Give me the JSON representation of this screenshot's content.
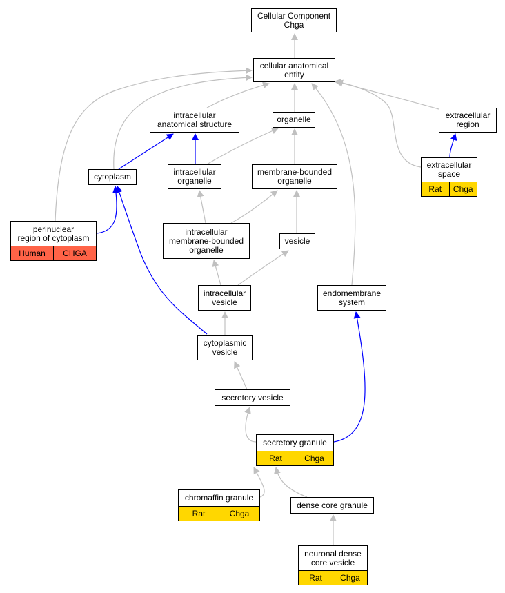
{
  "nodes": {
    "root": {
      "label": "Cellular Component\nChga"
    },
    "cae": {
      "label": "cellular anatomical\nentity"
    },
    "ias": {
      "label": "intracellular\nanatomical structure"
    },
    "organelle": {
      "label": "organelle"
    },
    "ecr": {
      "label": "extracellular\nregion"
    },
    "cytoplasm": {
      "label": "cytoplasm"
    },
    "io": {
      "label": "intracellular\norganelle"
    },
    "mbo": {
      "label": "membrane-bounded\norganelle"
    },
    "ecs": {
      "label": "extracellular\nspace",
      "tags": [
        "Rat",
        "Chga"
      ]
    },
    "perinuc": {
      "label": "perinuclear\nregion of cytoplasm",
      "tags": [
        "Human",
        "CHGA"
      ]
    },
    "imbo": {
      "label": "intracellular\nmembrane-bounded\norganelle"
    },
    "vesicle": {
      "label": "vesicle"
    },
    "iv": {
      "label": "intracellular\nvesicle"
    },
    "ems": {
      "label": "endomembrane\nsystem"
    },
    "cv": {
      "label": "cytoplasmic\nvesicle"
    },
    "sv": {
      "label": "secretory vesicle"
    },
    "sg": {
      "label": "secretory granule",
      "tags": [
        "Rat",
        "Chga"
      ]
    },
    "cg": {
      "label": "chromaffin granule",
      "tags": [
        "Rat",
        "Chga"
      ]
    },
    "dcg": {
      "label": "dense core granule"
    },
    "ndcv": {
      "label": "neuronal dense\ncore vesicle",
      "tags": [
        "Rat",
        "Chga"
      ]
    }
  },
  "colors": {
    "is_a_edge": "#c0c0c0",
    "part_of_edge": "#0000ff",
    "rat_annotation": "#ffd700",
    "human_annotation": "#ff6347"
  }
}
